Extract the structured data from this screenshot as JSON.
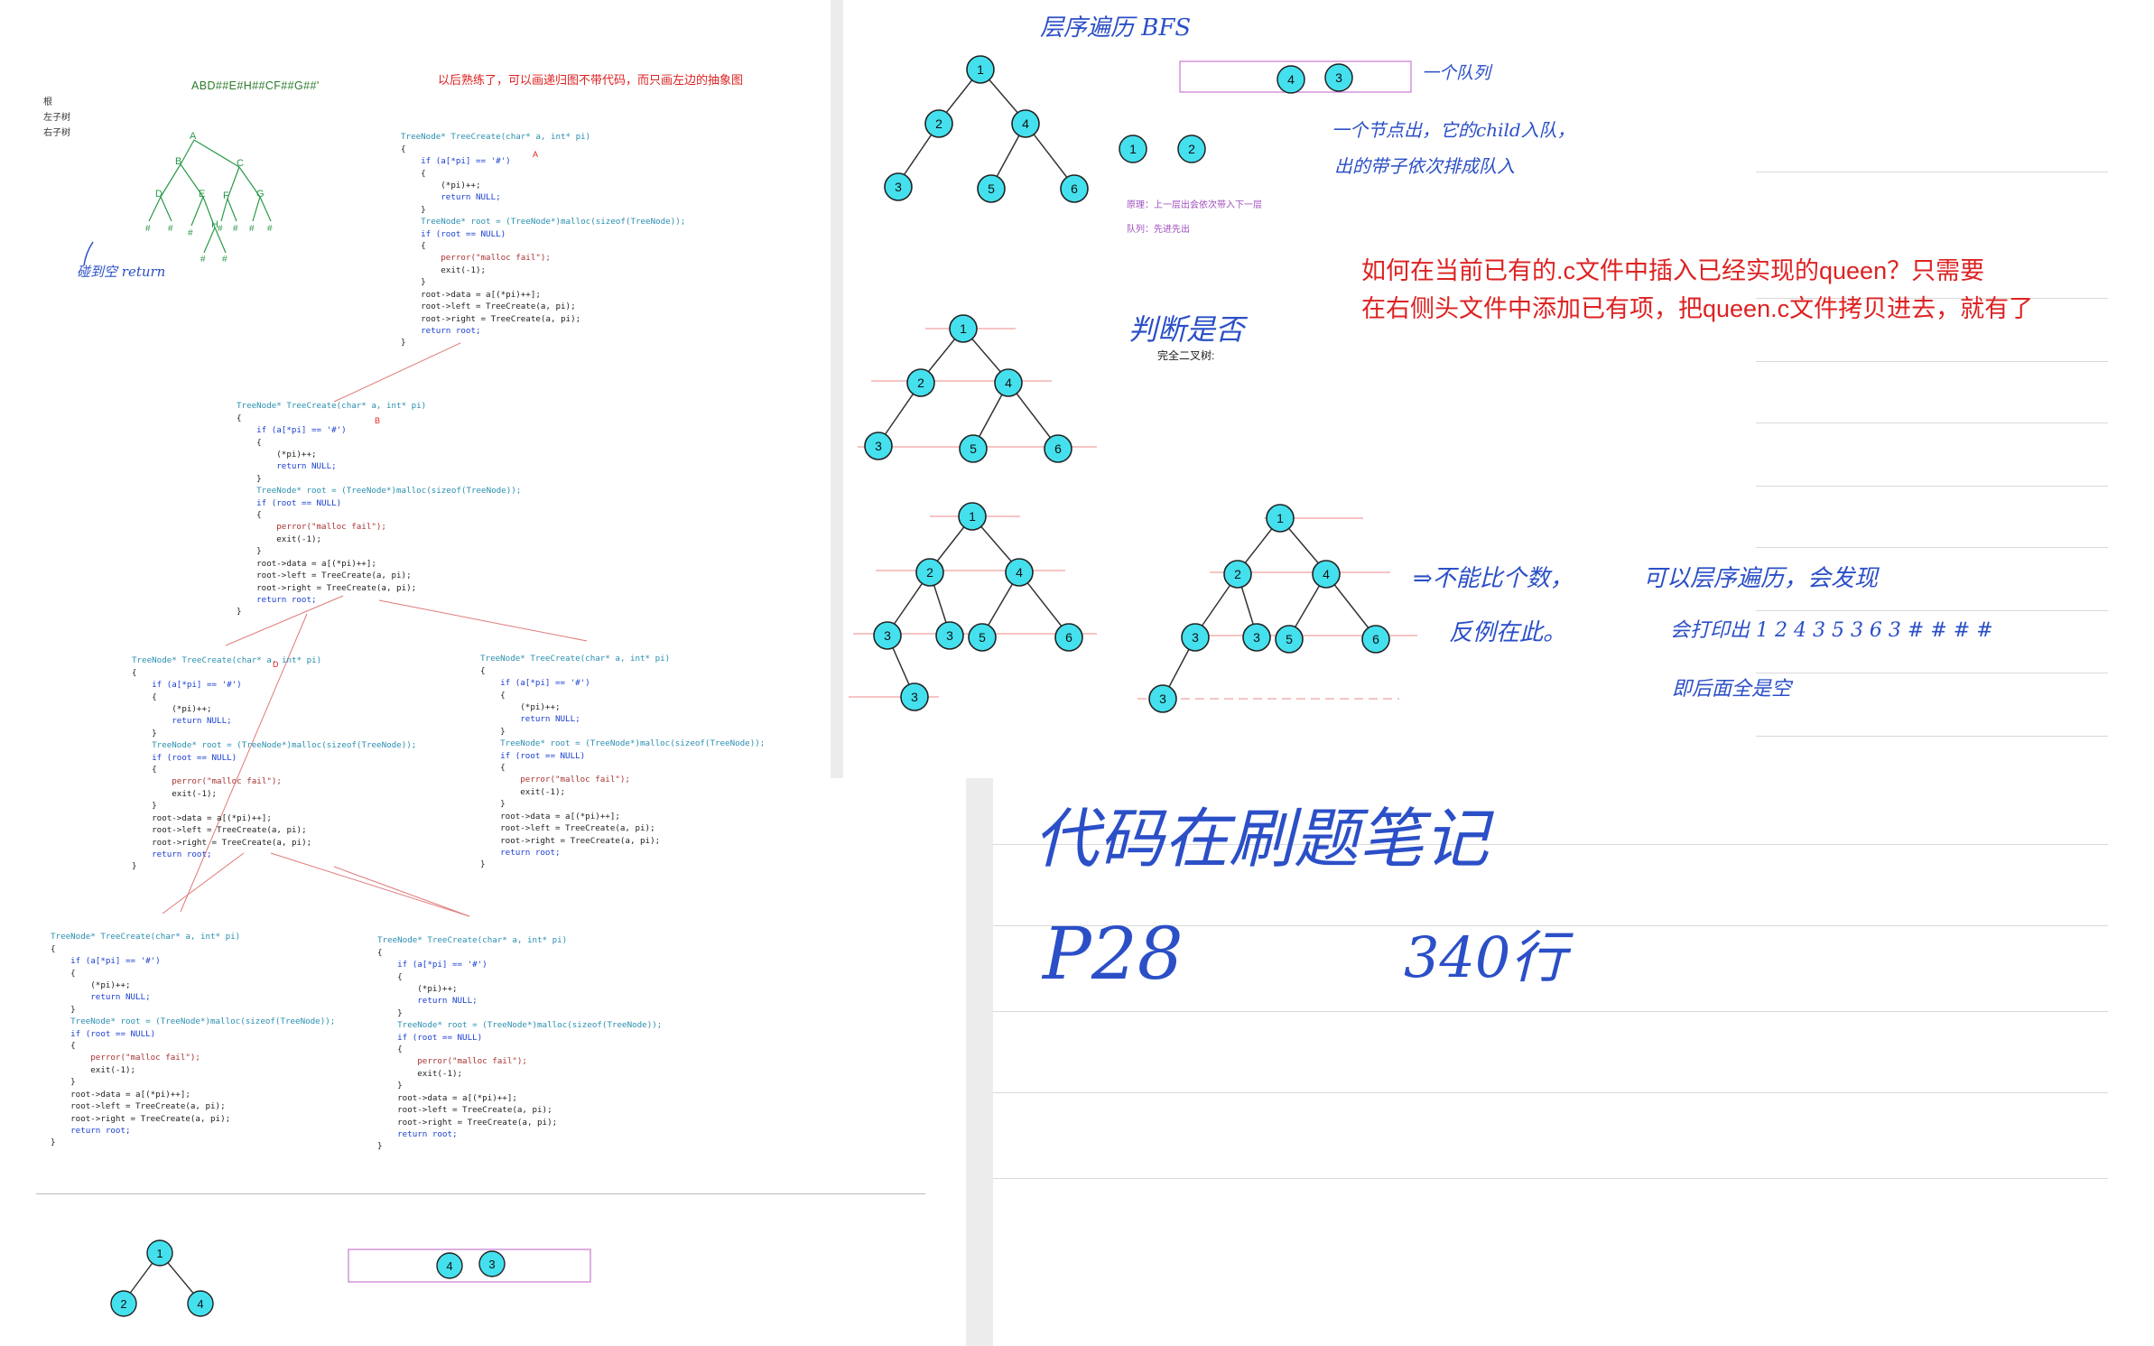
{
  "left": {
    "sequence": "ABD##E#H##CF##G##'",
    "note": "以后熟练了，可以画递归图不带代码，而只画左边的抽象图",
    "legend": [
      "根",
      "左子树",
      "右子树"
    ],
    "tree_labels": [
      "A",
      "B",
      "C",
      "D",
      "E",
      "F",
      "G",
      "H"
    ],
    "null_mark": "#",
    "hand_return": "碰到空 return",
    "node_markers": [
      "A",
      "B",
      "D"
    ],
    "code_lines": [
      "TreeNode* TreeCreate(char* a, int* pi)",
      "{",
      "    if (a[*pi] == '#')",
      "    {",
      "        (*pi)++;",
      "        return NULL;",
      "    }",
      "",
      "    TreeNode* root = (TreeNode*)malloc(sizeof(TreeNode));",
      "    if (root == NULL)",
      "    {",
      "        perror(\"malloc fail\");",
      "        exit(-1);",
      "    }",
      "    root->data = a[(*pi)++];",
      "",
      "    root->left = TreeCreate(a, pi);",
      "    root->right = TreeCreate(a, pi);",
      "    return root;",
      "}"
    ],
    "bottom_queue": [
      "4",
      "3"
    ],
    "bottom_tree": [
      "1",
      "2",
      "4"
    ]
  },
  "right": {
    "title": "层序遍历 BFS",
    "queue_items": [
      "4",
      "3"
    ],
    "queue_label": "一个队列",
    "pair": [
      "1",
      "2"
    ],
    "bfs_note_1": "一个节点出，它的child入队，",
    "bfs_note_2": "出的带子依次排成队入",
    "principle": "原理：上一层出会依次带入下一层",
    "queue_rule": "队列：先进先出",
    "red_note_1": "如何在当前已有的.c文件中插入已经实现的queen？只需要",
    "red_note_2": "在右侧头文件中添加已有项，把queen.c文件拷贝进去，就有了",
    "judge": "判断是否",
    "complete": "完全二叉树:",
    "tree_nodes": [
      "1",
      "2",
      "4",
      "3",
      "5",
      "6"
    ],
    "count_note_1": "⇒不能比个数，",
    "count_note_2": "反例在此。",
    "bfs_note_3": "可以层序遍历，会发现",
    "bfs_note_4": "会打印出 1 2 4 3 5 3 6 3 # # # #",
    "bfs_note_5": "即后面全是空",
    "code_note": "代码在刷题笔记",
    "page_ref": "P28",
    "line_ref": "340行"
  }
}
